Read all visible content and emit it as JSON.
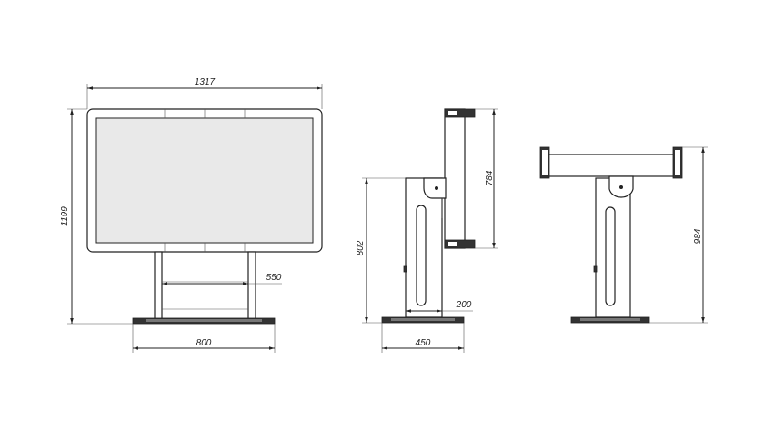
{
  "dimensions": {
    "front_width": "1317",
    "front_height": "1199",
    "leg_width": "550",
    "base_width": "800",
    "side_screen_height": "784",
    "side_column_height": "802",
    "side_column_depth": "200",
    "side_base_depth": "450",
    "side2_height": "984"
  }
}
